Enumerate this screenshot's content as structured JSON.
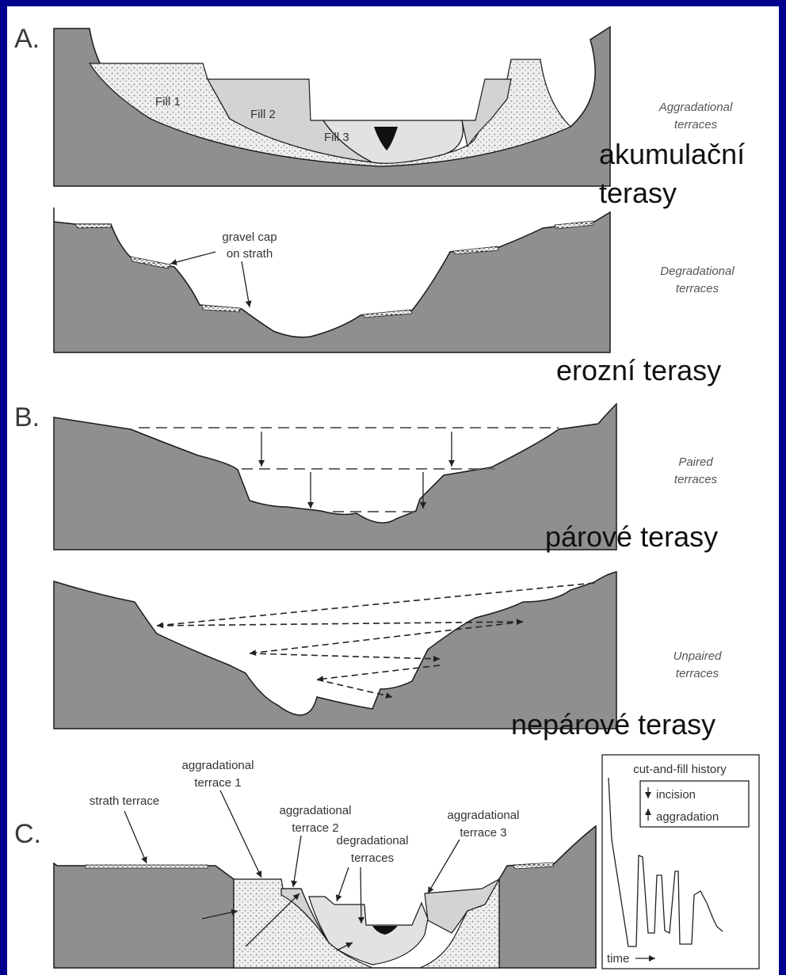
{
  "panels": {
    "a": {
      "letter": "A.",
      "fills": [
        "Fill 1",
        "Fill 2",
        "Fill 3"
      ],
      "aggradational_label": [
        "Aggradational",
        "terraces"
      ],
      "aggradational_cz": [
        "akumulační",
        "terasy"
      ],
      "gravel_cap": [
        "gravel cap",
        "on strath"
      ],
      "degradational_label": [
        "Degradational",
        "terraces"
      ],
      "degradational_cz": "erozní terasy"
    },
    "b": {
      "letter": "B.",
      "paired_label": [
        "Paired",
        "terraces"
      ],
      "paired_cz": "párové terasy",
      "unpaired_label": [
        "Unpaired",
        "terraces"
      ],
      "unpaired_cz": "nepárové terasy"
    },
    "c": {
      "letter": "C.",
      "strath_terrace": "strath terrace",
      "aggradational_terrace_1": [
        "aggradational",
        "terrace 1"
      ],
      "aggradational_terrace_2": [
        "aggradational",
        "terrace 2"
      ],
      "degradational_terraces": [
        "degradational",
        "terraces"
      ],
      "aggradational_terrace_3": [
        "aggradational",
        "terrace 3"
      ],
      "history": {
        "title": "cut-and-fill history",
        "incision": "incision",
        "aggradation": "aggradation",
        "time": "time"
      }
    }
  },
  "colors": {
    "frame": "#00008f",
    "bedrock": "#8f8f8f",
    "fill2": "#d3d3d3",
    "fill3": "#e2e2e2"
  }
}
